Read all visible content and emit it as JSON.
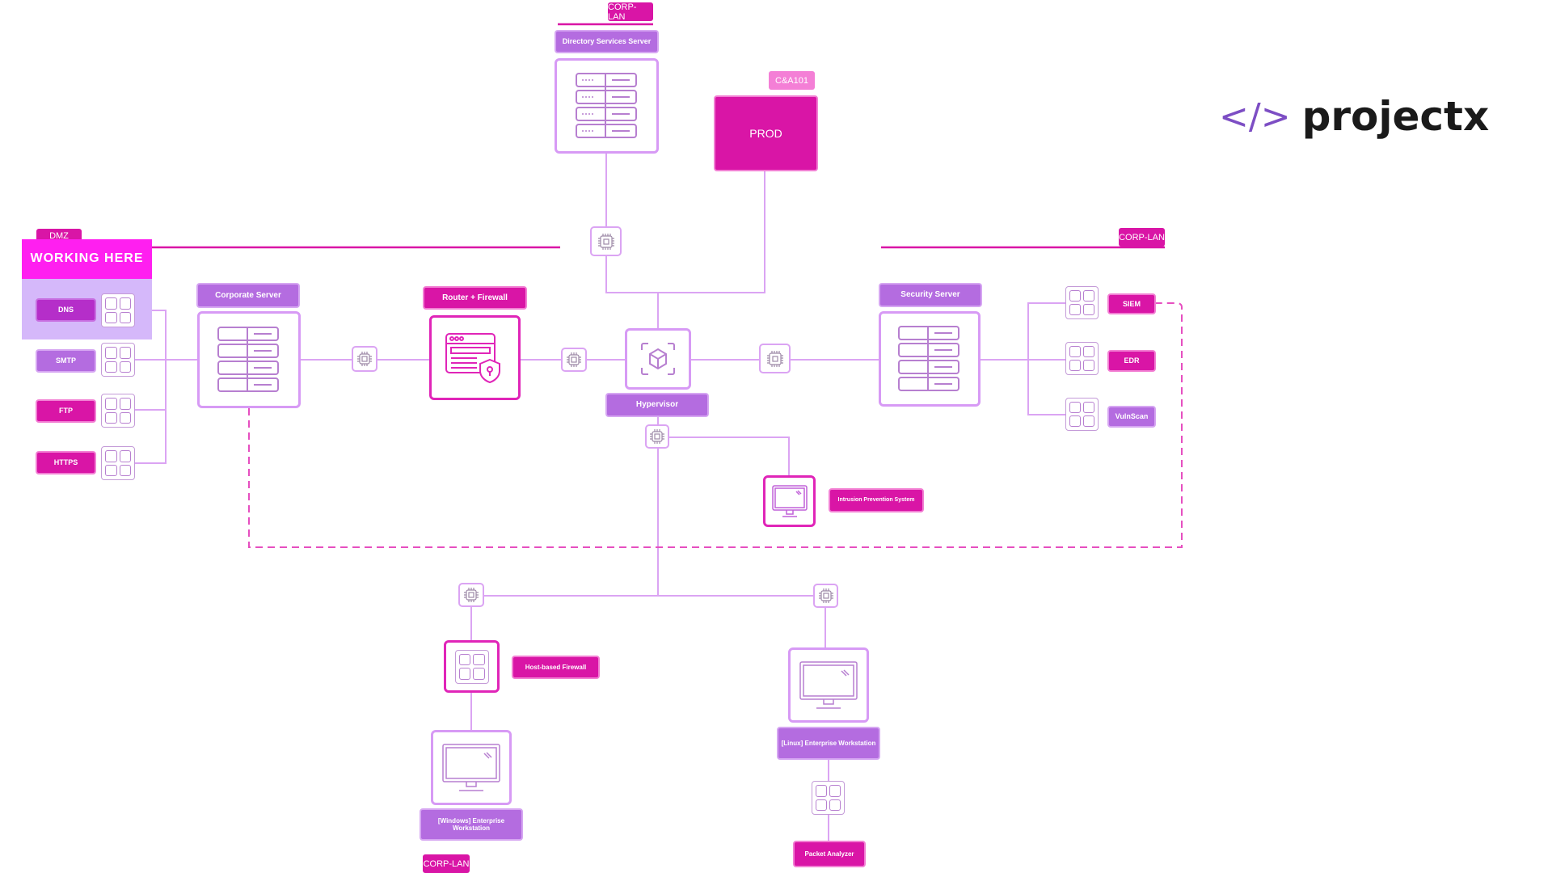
{
  "logo": {
    "icon": "code-brackets-icon",
    "symbol": "</>",
    "name": "projectx"
  },
  "colors": {
    "primary_magenta": "#d915a6",
    "purple": "#b46ce0",
    "line_light": "#dba4f3",
    "highlight": "#ff1ff0",
    "highlight_bg": "#d5b8fa",
    "dashed": "#e64fc0"
  },
  "zones": {
    "dmz": "DMZ",
    "corp_lan_top": "CORP-LAN",
    "corp_lan_right": "CORP-LAN",
    "corp_lan_bottom": "CORP-LAN",
    "prod_tag": "C&A101",
    "prod": "PROD"
  },
  "working_here": "WORKING HERE",
  "dmz_services": [
    {
      "label": "DNS",
      "icon": "app-grid-icon"
    },
    {
      "label": "SMTP",
      "icon": "app-grid-icon"
    },
    {
      "label": "FTP",
      "icon": "app-grid-icon"
    },
    {
      "label": "HTTPS",
      "icon": "app-grid-icon"
    }
  ],
  "nodes": {
    "directory_services": "Directory Services Server",
    "corporate_server": "Corporate Server",
    "router_firewall": "Router + Firewall",
    "hypervisor": "Hypervisor",
    "security_server": "Security Server",
    "ips": "Intrusion Prevention System",
    "host_firewall": "Host-based Firewall",
    "windows_ws": "[Windows] Enterprise Workstation",
    "linux_ws": "[Linux] Enterprise Workstation",
    "packet_analyzer": "Packet Analyzer"
  },
  "security_tools": [
    {
      "label": "SIEM",
      "icon": "app-grid-icon"
    },
    {
      "label": "EDR",
      "icon": "app-grid-icon"
    },
    {
      "label": "VulnScan",
      "icon": "app-grid-icon"
    }
  ]
}
